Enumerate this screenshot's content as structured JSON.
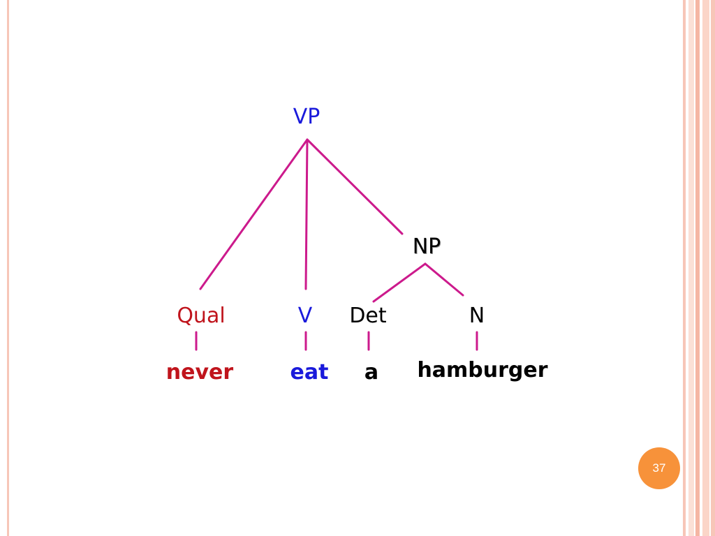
{
  "colors": {
    "branch": "#cc1a8c",
    "blue": "#1a1adb",
    "red": "#c0141c",
    "black": "#000000",
    "badge": "#f7923a",
    "border": "#f7c6b8"
  },
  "tree": {
    "root": "VP",
    "np": "NP",
    "qual": "Qual",
    "v": "V",
    "det": "Det",
    "n": "N",
    "never": "never",
    "eat": "eat",
    "a": "a",
    "hamburger": "hamburger"
  },
  "page_number": "37"
}
